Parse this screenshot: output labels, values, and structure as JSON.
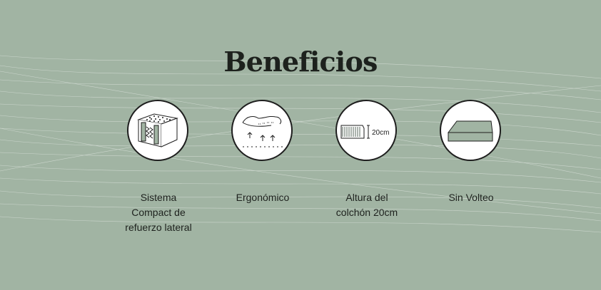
{
  "page": {
    "background": "#a1b4a3",
    "accent": "#1d211d"
  },
  "title": "Beneficios",
  "benefits": [
    {
      "icon": "spring-core-mattress-icon",
      "label": "Sistema\nCompact de\nrefuerzo lateral"
    },
    {
      "icon": "ergonomic-body-support-icon",
      "label": "Ergonómico"
    },
    {
      "icon": "mattress-height-icon",
      "label": "Altura del\ncolchón 20cm",
      "icon_text": "20cm"
    },
    {
      "icon": "no-flip-mattress-icon",
      "label": "Sin Volteo"
    }
  ]
}
